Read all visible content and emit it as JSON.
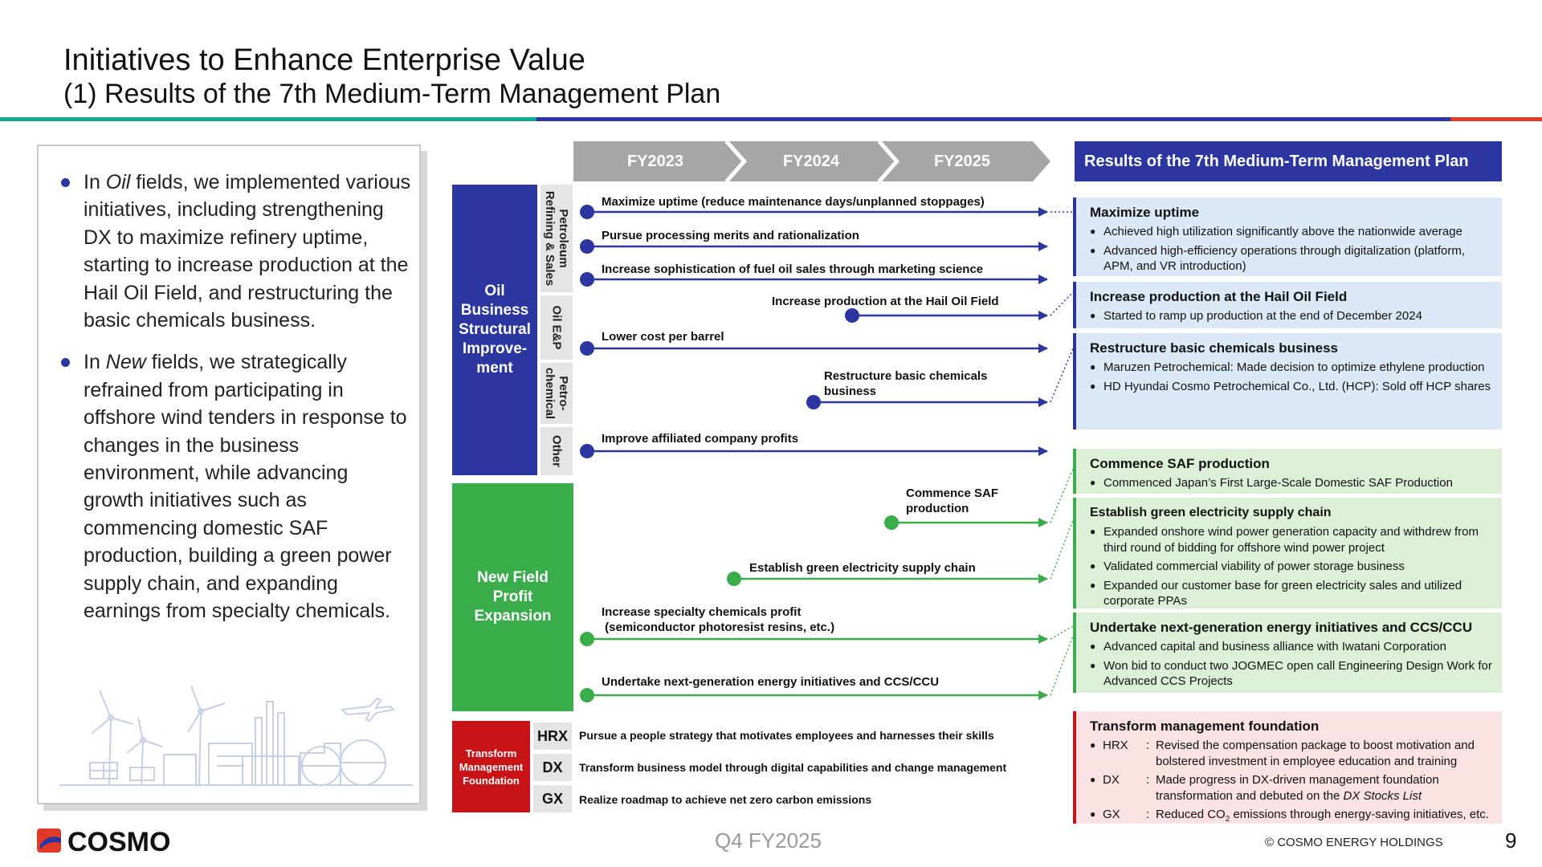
{
  "header": {
    "title": "Initiatives to Enhance Enterprise Value",
    "subtitle": "(1) Results of the 7th Medium-Term Management Plan"
  },
  "summary": {
    "bullet1": {
      "pre": "In ",
      "em": "Oil",
      "post": " fields, we implemented various initiatives, including strengthening DX to maximize refinery uptime, starting to increase production at the Hail Oil Field, and restructuring the basic chemicals business."
    },
    "bullet2": {
      "pre": "In ",
      "em": "New",
      "post": " fields, we strategically refrained from participating in offshore wind tenders in response to changes in the business environment, while advancing growth initiatives such as commencing domestic SAF production, building a green power supply chain, and expanding earnings from specialty chemicals."
    }
  },
  "years": [
    "FY2023",
    "FY2024",
    "FY2025"
  ],
  "results_header": "Results of the 7th Medium-Term Management Plan",
  "categories": {
    "oil": "Oil Business Structural Improve-ment",
    "new": "New Field Profit Expansion",
    "transform": "Transform Management Foundation"
  },
  "subcategories": {
    "refining": "Petroleum Refining & Sales",
    "ep": "Oil E&P",
    "petro": "Petro-chemical",
    "other": "Other"
  },
  "initiatives": {
    "uptime": "Maximize uptime (reduce maintenance days/unplanned stoppages)",
    "processing": "Pursue processing merits and rationalization",
    "fuel": "Increase sophistication of fuel oil sales through marketing science",
    "hail": "Increase production at the Hail Oil Field",
    "cost": "Lower cost per barrel",
    "chem_l1": "Restructure basic chemicals",
    "chem_l2": "business",
    "affiliated": "Improve affiliated company profits",
    "saf_l1": "Commence SAF",
    "saf_l2": "production",
    "green": "Establish green electricity supply chain",
    "specialty_l1": "Increase specialty chemicals profit",
    "specialty_l2": " (semiconductor photoresist resins, etc.)",
    "nextgen": "Undertake next-generation energy initiatives and CCS/CCU"
  },
  "management": [
    {
      "code": "HRX",
      "text": "Pursue a people strategy that motivates employees and harnesses their skills"
    },
    {
      "code": "DX",
      "text": "Transform business model through digital capabilities and change management"
    },
    {
      "code": "GX",
      "text": "Realize roadmap to achieve net zero carbon emissions"
    }
  ],
  "results": {
    "uptime": {
      "title": "Maximize uptime",
      "b1": "Achieved high utilization significantly above the nationwide average",
      "b2": "Advanced high-efficiency operations through digitalization (platform, APM, and VR introduction)"
    },
    "hail": {
      "title": "Increase production at the Hail Oil Field",
      "b1": "Started to ramp up production at the end of December 2024"
    },
    "chem": {
      "title": "Restructure basic chemicals business",
      "b1": "Maruzen Petrochemical: Made decision to optimize ethylene production",
      "b2": "HD Hyundai Cosmo Petrochemical Co., Ltd. (HCP): Sold off HCP shares"
    },
    "saf": {
      "title": "Commence SAF production",
      "b1": "Commenced Japan’s First Large-Scale Domestic SAF Production"
    },
    "green": {
      "title": "Establish green electricity supply chain",
      "b1": "Expanded onshore wind power generation capacity and withdrew from third round of bidding for offshore wind power project",
      "b2": "Validated commercial viability of power storage business",
      "b3": "Expanded our customer base for green electricity sales and utilized corporate PPAs"
    },
    "nextgen": {
      "title": "Undertake next-generation energy initiatives and CCS/CCU",
      "b1": "Advanced capital and business alliance with Iwatani Corporation",
      "b2": "Won bid to conduct two JOGMEC open call Engineering Design Work for Advanced CCS Projects"
    },
    "transform": {
      "title": "Transform management foundation",
      "hrx_key": "HRX",
      "hrx_text": "Revised the compensation package to boost motivation and bolstered investment in employee education and training",
      "dx_key": "DX",
      "dx_pre": "Made progress in DX-driven management foundation transformation and debuted on the ",
      "dx_em": "DX Stocks List",
      "gx_key": "GX",
      "gx_pre": "Reduced CO",
      "gx_sub": "2",
      "gx_post": " emissions through energy-saving initiatives, etc.",
      "colon": ":"
    }
  },
  "footer": {
    "quarter": "Q4 FY2025",
    "copyright": "© COSMO ENERGY HOLDINGS",
    "page": "9",
    "logo": "COSMO"
  },
  "colors": {
    "blue": "#2b36a0",
    "green": "#3aad4b",
    "red": "#c81417",
    "teal": "#10a88e",
    "gray": "#a6a6a6"
  }
}
